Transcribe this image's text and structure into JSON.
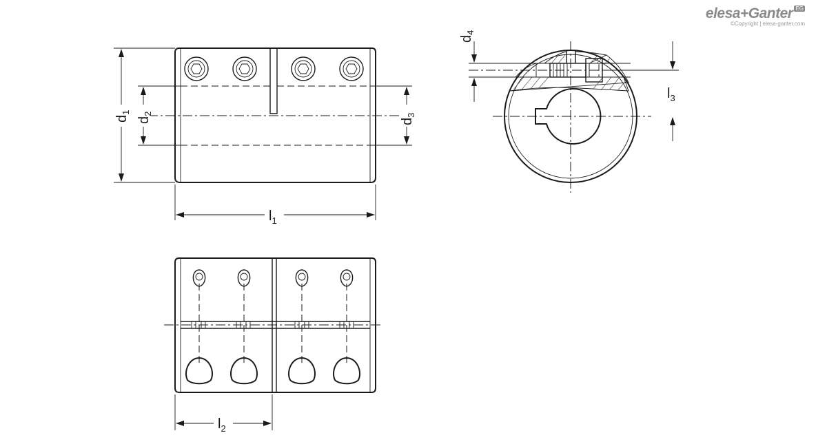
{
  "logo": {
    "brand": "elesa+Ganter",
    "badge": "EG",
    "copyright": "©Copyright | elesa-ganter.com"
  },
  "dimensions": {
    "d1": {
      "main": "d",
      "sub": "1"
    },
    "d2": {
      "main": "d",
      "sub": "2"
    },
    "d3": {
      "main": "d",
      "sub": "3"
    },
    "d4": {
      "main": "d",
      "sub": "4"
    },
    "l1": {
      "main": "l",
      "sub": "1"
    },
    "l2": {
      "main": "l",
      "sub": "2"
    },
    "l3": {
      "main": "l",
      "sub": "3"
    }
  },
  "colors": {
    "line": "#1a1a1a",
    "logo": "#8a8a8a"
  }
}
